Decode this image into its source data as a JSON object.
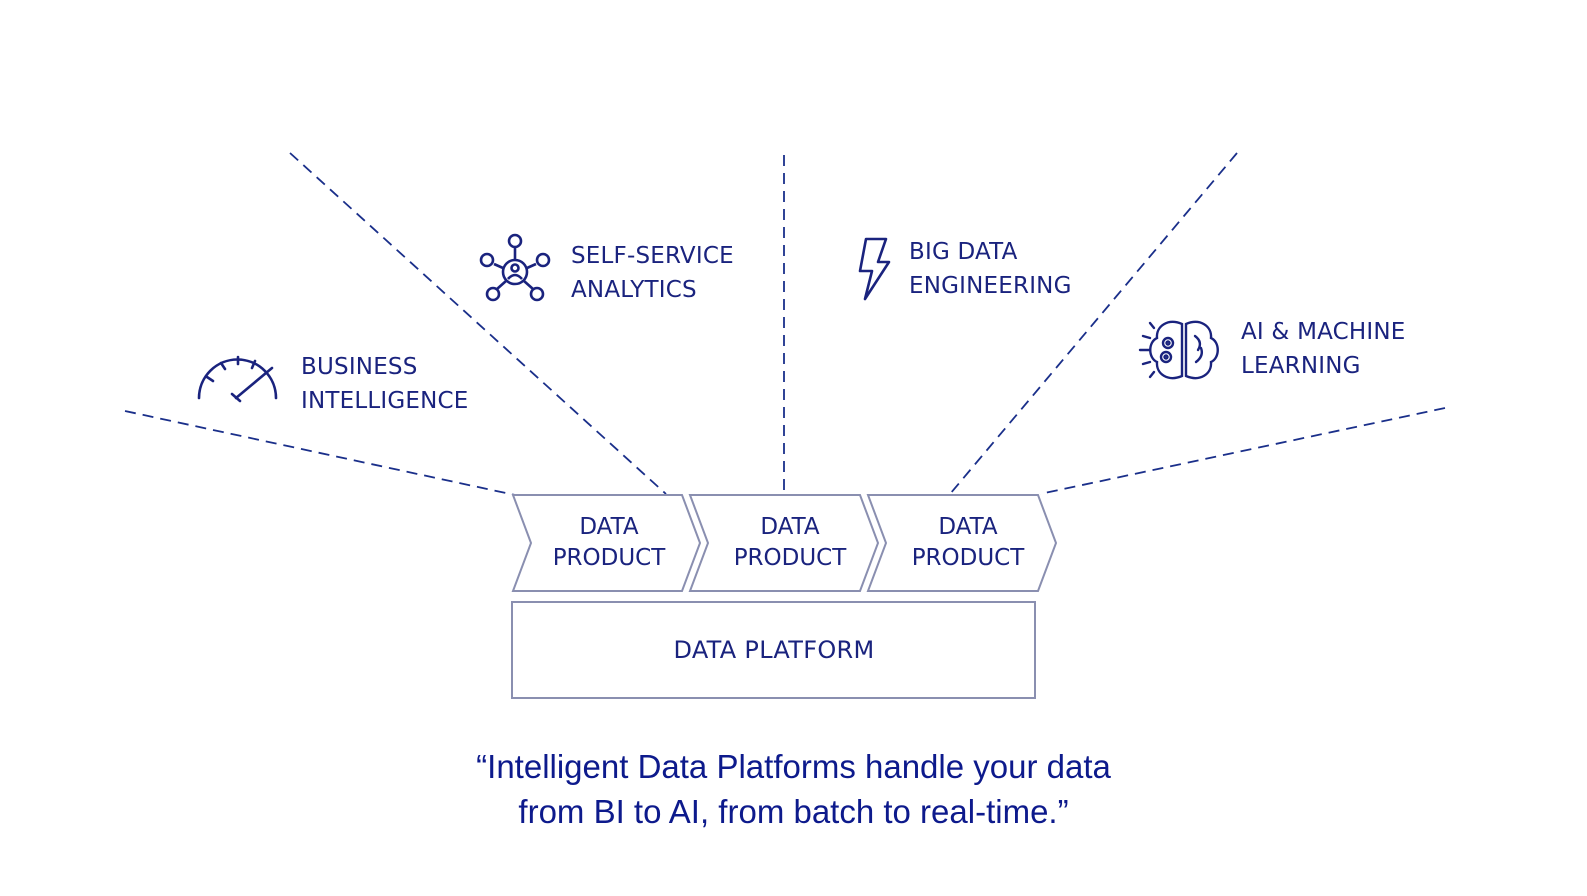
{
  "colors": {
    "ink": "#1a237e",
    "line": "#1a2f8a",
    "box": "#8a8fb0"
  },
  "categories": [
    {
      "id": "bi",
      "icon": "gauge-icon",
      "lines": [
        "BUSINESS",
        "INTELLIGENCE"
      ]
    },
    {
      "id": "ssa",
      "icon": "network-user-icon",
      "lines": [
        "SELF-SERVICE",
        "ANALYTICS"
      ]
    },
    {
      "id": "bde",
      "icon": "lightning-icon",
      "lines": [
        "BIG DATA",
        "ENGINEERING"
      ]
    },
    {
      "id": "ml",
      "icon": "brain-gears-icon",
      "lines": [
        "AI & MACHINE",
        "LEARNING"
      ]
    }
  ],
  "products": [
    {
      "lines": [
        "DATA",
        "PRODUCT"
      ]
    },
    {
      "lines": [
        "DATA",
        "PRODUCT"
      ]
    },
    {
      "lines": [
        "DATA",
        "PRODUCT"
      ]
    }
  ],
  "platform": {
    "label": "DATA PLATFORM"
  },
  "quote": {
    "line1": "“Intelligent Data Platforms handle your data",
    "line2": "from BI to AI, from batch to real-time.”"
  }
}
